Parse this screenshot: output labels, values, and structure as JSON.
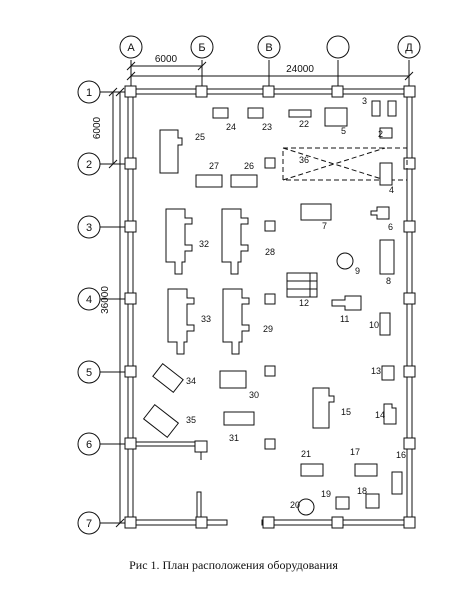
{
  "axes": {
    "columns": [
      "А",
      "Б",
      "В",
      "",
      "Д"
    ],
    "rows": [
      "1",
      "2",
      "3",
      "4",
      "5",
      "6",
      "7"
    ]
  },
  "dimensions": {
    "span_ab": "6000",
    "span_total_x": "24000",
    "span_row_12": "6000",
    "span_total_y": "36000"
  },
  "equipment": [
    "2",
    "3",
    "4",
    "5",
    "6",
    "7",
    "8",
    "9",
    "10",
    "11",
    "12",
    "13",
    "14",
    "15",
    "16",
    "17",
    "18",
    "19",
    "20",
    "21",
    "22",
    "23",
    "24",
    "25",
    "26",
    "27",
    "28",
    "29",
    "30",
    "31",
    "32",
    "33",
    "34",
    "35",
    "36"
  ],
  "caption": "Рис 1. План расположения оборудования"
}
